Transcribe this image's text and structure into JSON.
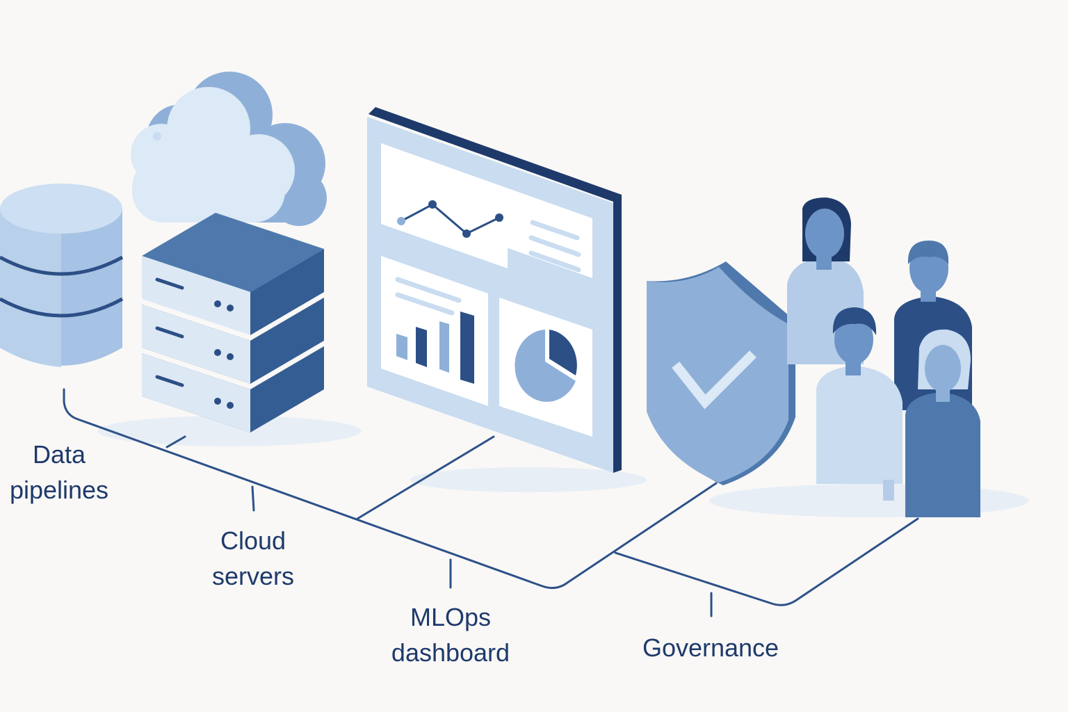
{
  "labels": {
    "data_pipelines": [
      "Data",
      "pipelines"
    ],
    "cloud_servers": [
      "Cloud",
      "servers"
    ],
    "mlops_dashboard": [
      "MLOps",
      "dashboard"
    ],
    "governance": [
      "Governance"
    ]
  },
  "icons": {
    "database": "database-icon",
    "cloud": "cloud-icon",
    "servers": "server-stack-icon",
    "dashboard": "dashboard-monitor-icon",
    "shield": "shield-check-icon",
    "people": "people-group-icon"
  },
  "colors": {
    "background": "#f9f8f6",
    "navy": "#1e3a6b",
    "dark_blue": "#3f6699",
    "mid_blue": "#5b82b8",
    "light_blue": "#8eb0d8",
    "pale_blue": "#c9dcf0",
    "very_pale": "#e3edf8"
  }
}
